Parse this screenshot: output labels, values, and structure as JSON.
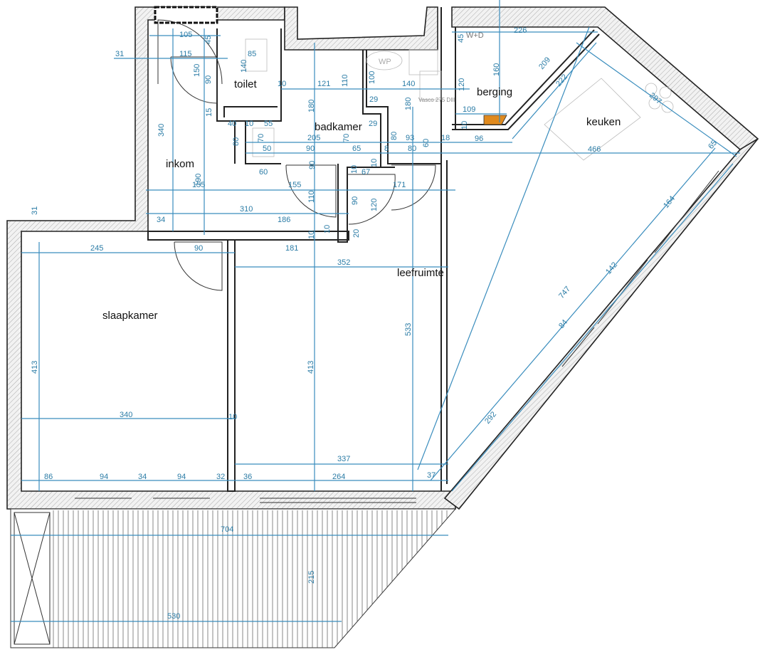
{
  "plan": {
    "rooms": {
      "inkom": "inkom",
      "toilet": "toilet",
      "badkamer": "badkamer",
      "berging": "berging",
      "keuken": "keuken",
      "slaapkamer": "slaapkamer",
      "leefruimte": "leefruimte"
    },
    "appliance_label": "W+D",
    "boiler_label": "Vasco 275 DIII",
    "wp_label": "WP",
    "colors": {
      "dimension": "#2b7ca6",
      "wall": "#222222",
      "boiler": "#e08a1e"
    },
    "dims": [
      "105",
      "45",
      "31",
      "115",
      "85",
      "150",
      "90",
      "140",
      "10",
      "121",
      "110",
      "100",
      "140",
      "120",
      "180",
      "180",
      "29",
      "29",
      "15",
      "40",
      "10",
      "55",
      "340",
      "80",
      "70",
      "205",
      "70",
      "80",
      "93",
      "60",
      "18",
      "50",
      "90",
      "65",
      "8",
      "80",
      "90",
      "10",
      "10",
      "67",
      "190",
      "60",
      "155",
      "155",
      "171",
      "110",
      "90",
      "120",
      "310",
      "34",
      "186",
      "10",
      "10",
      "20",
      "245",
      "90",
      "181",
      "352",
      "413",
      "413",
      "533",
      "340",
      "10",
      "337",
      "86",
      "94",
      "34",
      "94",
      "32",
      "36",
      "264",
      "37",
      "704",
      "215",
      "530",
      "31",
      "226",
      "45",
      "160",
      "209",
      "222",
      "109",
      "297",
      "96",
      "466",
      "65",
      "10",
      "164",
      "142",
      "747",
      "84",
      "292"
    ]
  }
}
